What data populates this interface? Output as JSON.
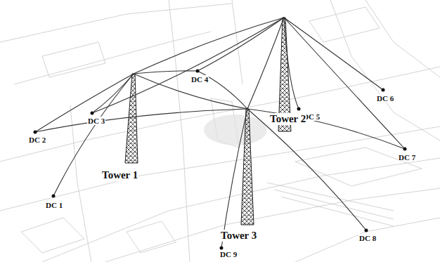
{
  "diagram": {
    "labels": [
      "DC 5",
      "DC 4",
      "DC 6",
      "DC 3",
      "DC 2",
      "Tower 2",
      "DC 7",
      "Tower 1",
      "DC 1",
      "Tower 3",
      "DC 8",
      "DC 9"
    ]
  }
}
